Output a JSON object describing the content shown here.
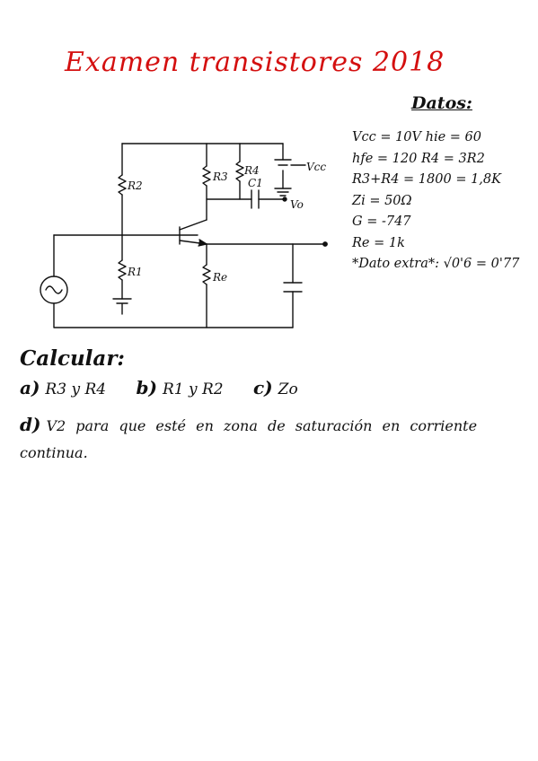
{
  "title": "Examen transistores 2018",
  "datos": {
    "heading": "Datos:",
    "items": [
      "Vcc = 10V    hie = 60",
      "hfe = 120    R4 = 3R2",
      "R3+R4 = 1800 = 1,8K",
      "Zi = 50Ω",
      "G = -747",
      "Re = 1k",
      "*Dato extra*: √0'6 = 0'77"
    ]
  },
  "circuit": {
    "labels": {
      "r1": "R1",
      "r2": "R2",
      "r3": "R3",
      "r4": "R4",
      "re": "Re",
      "c1": "C1",
      "vcc": "Vcc",
      "vo": "Vo"
    }
  },
  "calcular": {
    "heading": "Calcular:",
    "a": {
      "letter": "a)",
      "text": "R3 y R4"
    },
    "b": {
      "letter": "b)",
      "text": "R1 y R2"
    },
    "c": {
      "letter": "c)",
      "text": "Zo"
    },
    "d": {
      "letter": "d)",
      "text": "V2 para que esté en zona de saturación en corriente continua."
    }
  }
}
